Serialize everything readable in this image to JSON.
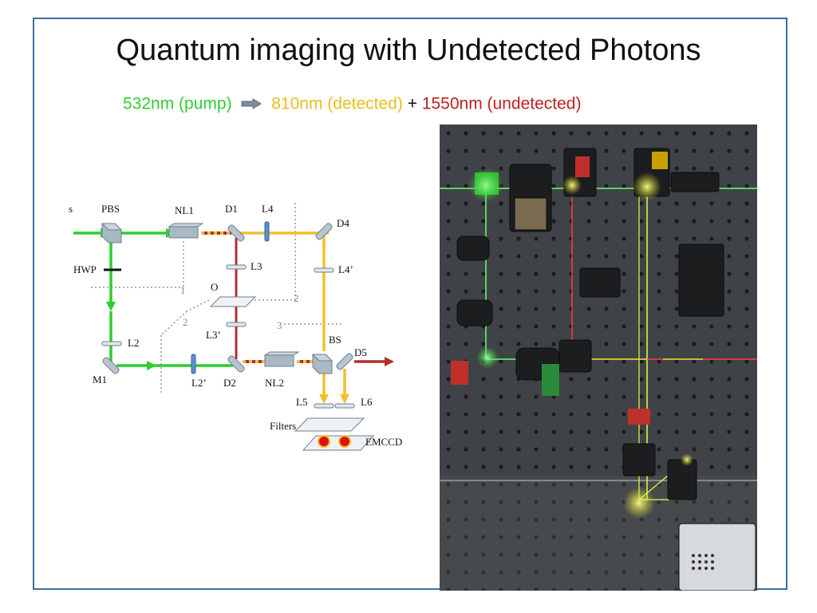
{
  "slide": {
    "title": "Quantum imaging with Undetected Photons",
    "subtitle": {
      "pump": "532nm  (pump)",
      "detected": "810nm (detected)",
      "plus": "+",
      "undetected": "1550nm (undetected)"
    },
    "colors": {
      "frame": "#3a6ea5",
      "pump": "#33cc33",
      "detected": "#e8c020",
      "undetected": "#c02020",
      "beam_green": "#2ecc2e",
      "beam_yellow": "#f0c030",
      "beam_red": "#b03030"
    }
  },
  "diagram": {
    "labels": {
      "pbs": "PBS",
      "nl1": "NL1",
      "d1": "D1",
      "l4": "L4",
      "d4": "D4",
      "hwp": "HWP",
      "l3": "L3",
      "l4p": "L4’",
      "o": "O",
      "one": "1",
      "two_a": "2",
      "two_b": "2",
      "three": "3",
      "l3p": "L3’",
      "l2": "L2",
      "bs": "BS",
      "d5": "D5",
      "m1": "M1",
      "l2p": "L2’",
      "d2": "D2",
      "nl2": "NL2",
      "l5": "L5",
      "l6": "L6",
      "filters": "Filters",
      "emccd": "EMCCD",
      "cut": "s"
    }
  },
  "photo": {
    "description_icon": "optical-table-photo"
  }
}
